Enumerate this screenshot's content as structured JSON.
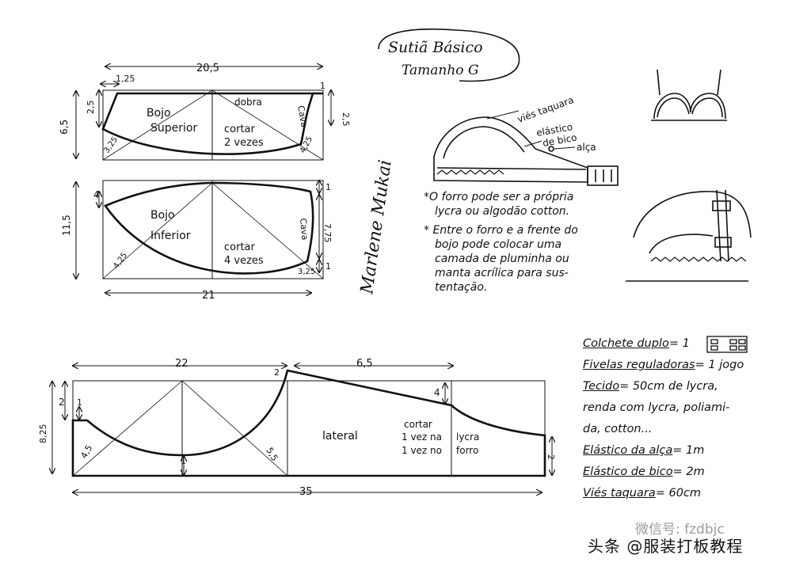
{
  "title": {
    "line1": "Sutiã Básico",
    "line2": "Tamanho G"
  },
  "signature": "Marlene Mukai",
  "bojo_superior": {
    "label_top": "Bojo",
    "label_bottom": "Superior",
    "cut_line1": "cortar",
    "cut_line2": "2 vezes",
    "fold": "dobra",
    "center": "Cava",
    "width": "20,5",
    "height": "6,5",
    "m_tl": "1,25",
    "m_l": "2,5",
    "m_r": "2,5",
    "m_tr": "1",
    "m_bl": "3,25",
    "m_br": "4,25"
  },
  "bojo_inferior": {
    "label_top": "Bojo",
    "label_bottom": "Inferior",
    "cut_line1": "cortar",
    "cut_line2": "4 vezes",
    "center": "Cava",
    "width": "21",
    "height": "11,5",
    "m_l": "4",
    "m_tr": "1",
    "m_r": "7,75",
    "m_br": "1",
    "m_bl": "4,25",
    "m_bbr": "3,25"
  },
  "illustration_labels": {
    "vies": "viés taquara",
    "elastico_line1": "elástico",
    "elastico_line2": "de bico",
    "alca": "alça"
  },
  "notes": [
    {
      "line1": "*O forro pode ser a própria",
      "line2": "lycra ou algodão cotton."
    },
    {
      "line1": "* Entre o forro e a frente do",
      "line2": "bojo pode colocar uma",
      "line3": "camada de pluminha ou",
      "line4": "manta acrílica para sus-",
      "line5": "tentação."
    }
  ],
  "lower_piece": {
    "width_left": "22",
    "width_right": "6,5",
    "total_width": "35",
    "height": "8,25",
    "m_2a": "2",
    "m_1a": "1",
    "m_45": "4,5",
    "m_55": "5,5",
    "m_1b": "1",
    "m_2b": "2",
    "m_4": "4",
    "m_2c": "2",
    "lateral": "lateral",
    "cut_line1": "cortar",
    "cut_line2": "1 vez na",
    "cut_line3": "1 vez no",
    "cut_lycra": "lycra",
    "cut_forro": "forro"
  },
  "materials": [
    {
      "label": "Colchete duplo",
      "value": "= 1"
    },
    {
      "label": "Fivelas reguladoras",
      "value": "= 1 jogo"
    },
    {
      "label": "Tecido",
      "value": "= 50cm de lycra,"
    },
    {
      "label": "",
      "value": "renda com lycra, poliami-"
    },
    {
      "label": "",
      "value": "da, cotton..."
    },
    {
      "label": "Elástico da alça",
      "value": "= 1m"
    },
    {
      "label": "Elástico de bico",
      "value": "= 2m"
    },
    {
      "label": "Viés taquara",
      "value": "= 60cm"
    }
  ],
  "watermark": {
    "light": "微信号: fzdbjc",
    "main": "头条 @服装打板教程"
  }
}
